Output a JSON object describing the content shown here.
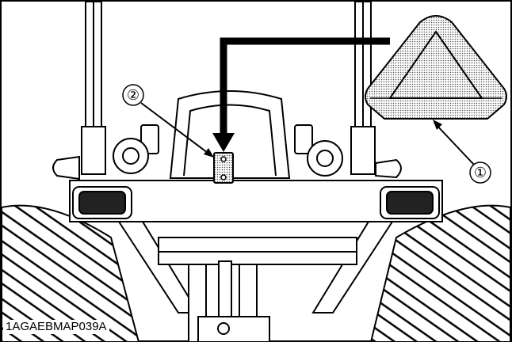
{
  "figure": {
    "code": "1AGAEBMAP039A",
    "callouts": [
      {
        "id": "1",
        "label": "①",
        "target": "slow-moving-vehicle-emblem"
      },
      {
        "id": "2",
        "label": "②",
        "target": "emblem-bracket"
      }
    ]
  },
  "icons": {
    "emblem": "slow-moving-vehicle-triangle-icon",
    "arrow": "mounting-arrow-icon"
  }
}
